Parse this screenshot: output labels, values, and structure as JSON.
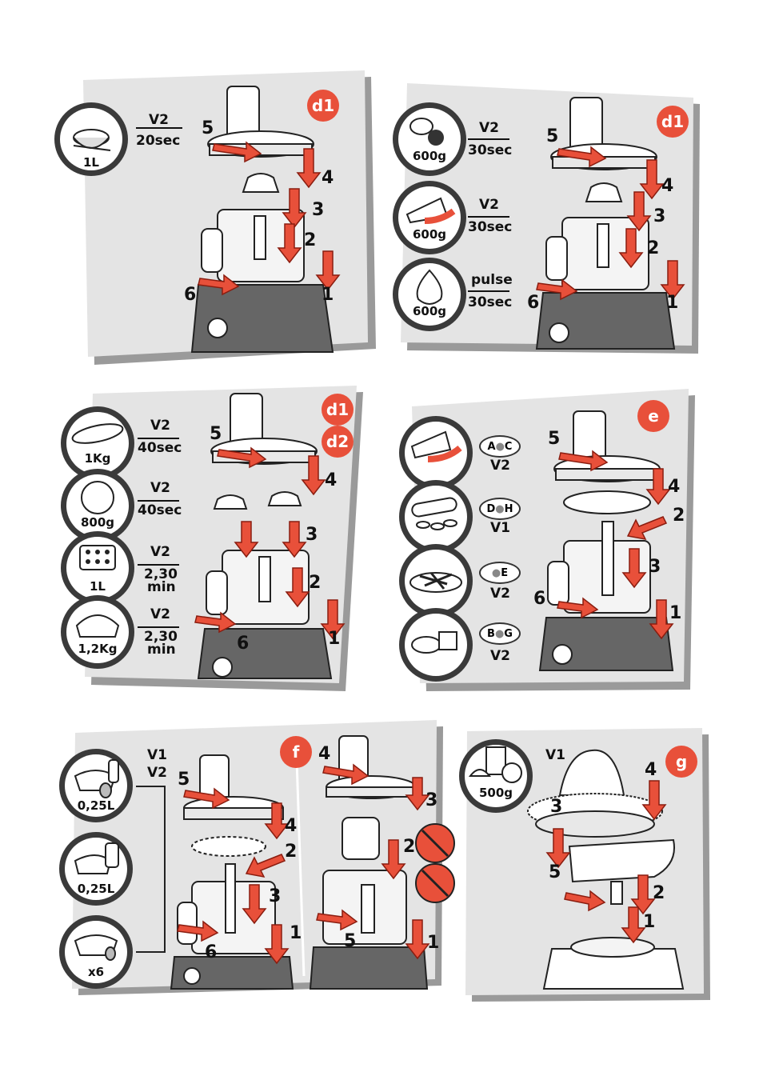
{
  "panels": [
    {
      "badges": [
        "d1"
      ],
      "steps": [
        "5",
        "4",
        "3",
        "2",
        "6",
        "1"
      ],
      "items": [
        {
          "qty": "1L",
          "speed": "V2",
          "time": "20sec"
        }
      ]
    },
    {
      "badges": [
        "d1"
      ],
      "steps": [
        "5",
        "4",
        "3",
        "2",
        "6",
        "1"
      ],
      "items": [
        {
          "qty": "600g",
          "speed": "V2",
          "time": "30sec"
        },
        {
          "qty": "600g",
          "speed": "V2",
          "time": "30sec"
        },
        {
          "qty": "600g",
          "speed": "pulse",
          "time": "30sec"
        }
      ]
    },
    {
      "badges": [
        "d1",
        "d2"
      ],
      "steps": [
        "5",
        "4",
        "3",
        "2",
        "6",
        "1"
      ],
      "items": [
        {
          "qty": "1Kg",
          "speed": "V2",
          "time": "40sec"
        },
        {
          "qty": "800g",
          "speed": "V2",
          "time": "40sec"
        },
        {
          "qty": "1L",
          "speed": "V2",
          "time": "2,30",
          "unit": "min"
        },
        {
          "qty": "1,2Kg",
          "speed": "V2",
          "time": "2,30",
          "unit": "min"
        }
      ]
    },
    {
      "badges": [
        "e"
      ],
      "steps": [
        "5",
        "4",
        "2",
        "3",
        "6",
        "1"
      ],
      "discs": [
        {
          "left": "A",
          "right": "C",
          "speed": "V2"
        },
        {
          "left": "D",
          "right": "H",
          "speed": "V1"
        },
        {
          "left": "",
          "right": "E",
          "speed": "V2"
        },
        {
          "left": "B",
          "right": "G",
          "speed": "V2"
        }
      ]
    },
    {
      "badges": [
        "f"
      ],
      "speeds": [
        "V1",
        "V2"
      ],
      "steps_left": [
        "5",
        "4",
        "2",
        "3",
        "6",
        "1"
      ],
      "steps_right": [
        "4",
        "3",
        "2",
        "5",
        "1"
      ],
      "items": [
        {
          "qty": "0,25L"
        },
        {
          "qty": "0,25L"
        },
        {
          "qty": "x6"
        }
      ]
    },
    {
      "badges": [
        "g"
      ],
      "speed": "V1",
      "steps": [
        "4",
        "3",
        "5",
        "2",
        "1"
      ],
      "items": [
        {
          "qty": "500g"
        }
      ]
    }
  ],
  "colors": {
    "accent": "#e8503a",
    "panel": "#e4e4e4",
    "shadow": "#9a9a9a",
    "ink": "#111111"
  }
}
